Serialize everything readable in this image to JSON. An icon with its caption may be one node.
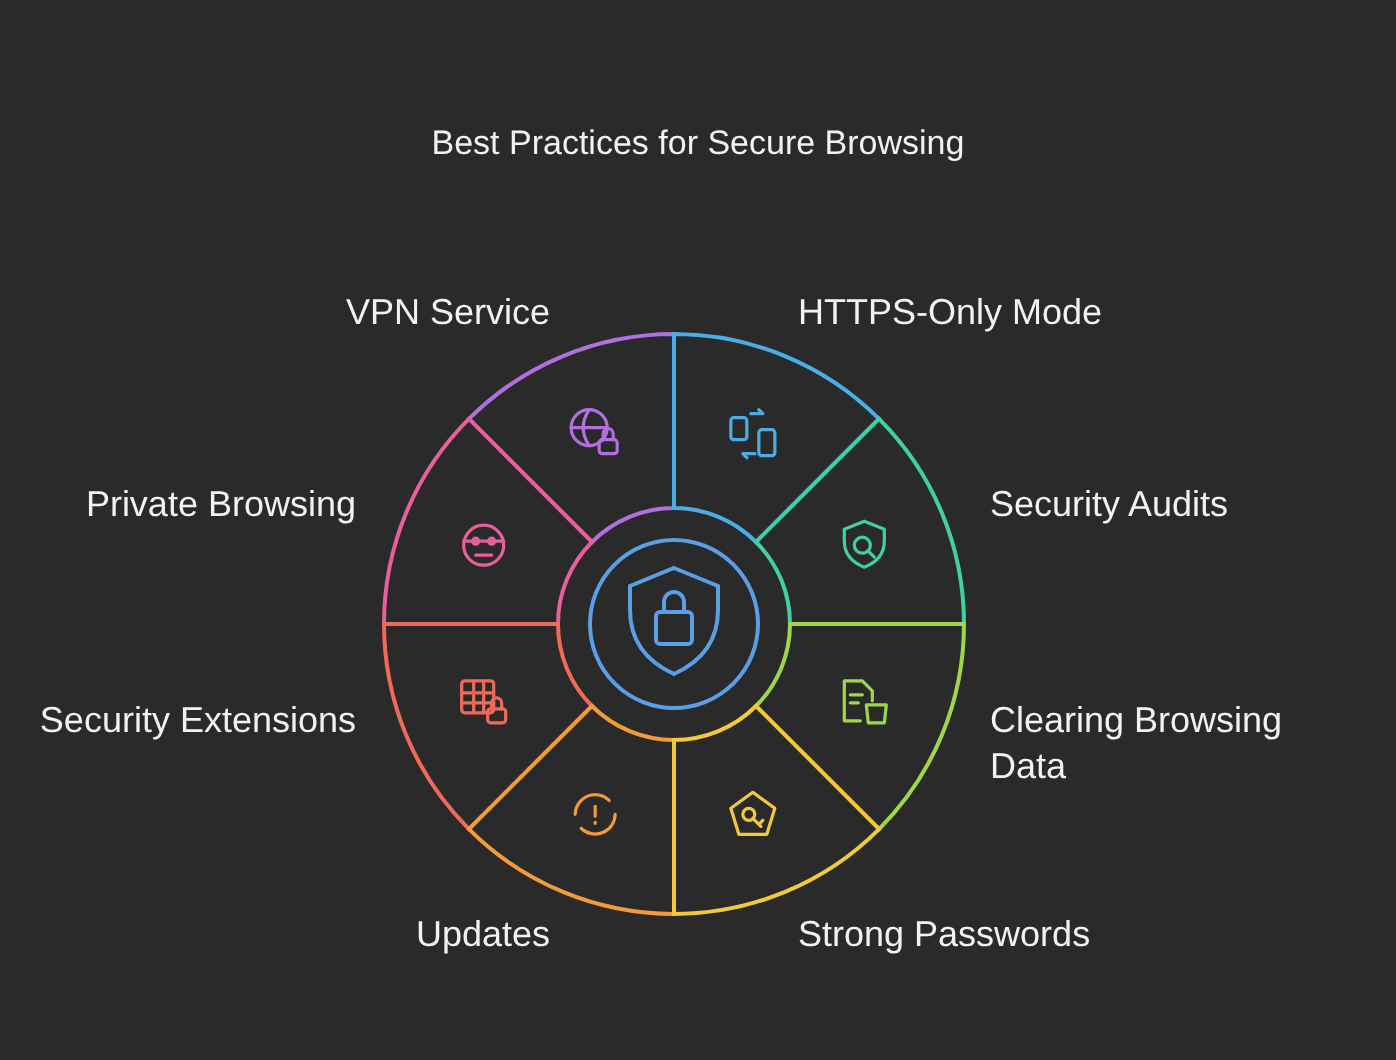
{
  "diagram": {
    "title": "Best Practices for Secure Browsing",
    "nodes": [
      {
        "text": [],
        "shape": "circle"
      },
      {
        "text": [
          "VPN Service"
        ]
      },
      {
        "text": [
          "HTTPS-Only Mode"
        ]
      },
      {
        "text": [
          "Private Browsing"
        ]
      },
      {
        "text": [
          "Security Audits"
        ]
      },
      {
        "text": [
          "Security Extensions"
        ]
      },
      {
        "text": [
          "Clearing Browsing Data"
        ]
      },
      {
        "text": [
          "Updates"
        ]
      },
      {
        "text": [
          "Strong Passwords"
        ]
      }
    ],
    "edges": []
  }
}
